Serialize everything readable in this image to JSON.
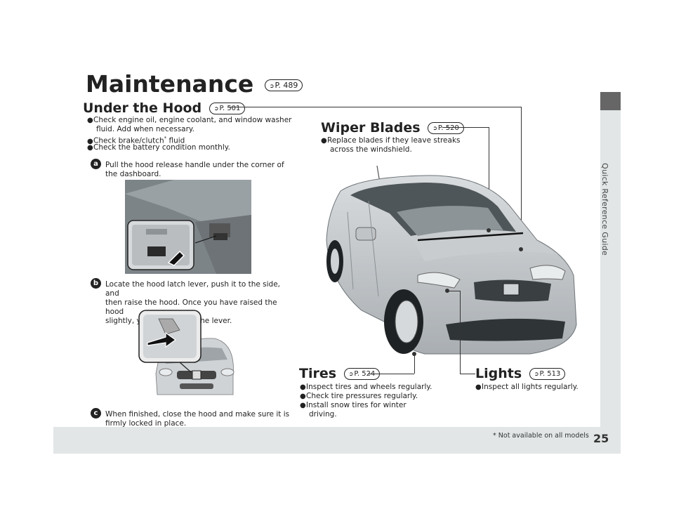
{
  "header": {
    "title": "Maintenance",
    "title_ref": "P. 489"
  },
  "side_tab": {
    "label": "Quick Reference Guide"
  },
  "footer": {
    "page_number": "25",
    "footnote": "* Not available on all models"
  },
  "under_hood": {
    "title": "Under the Hood",
    "ref": "P. 501",
    "bullets": [
      "Check engine oil, engine coolant, and window washer",
      "fluid. Add when necessary.",
      "Check brake/clutch",
      "fluid",
      "Check the battery condition monthly."
    ],
    "steps": [
      {
        "badge": "a",
        "lines": [
          "Pull the hood release handle under the corner of",
          "the dashboard."
        ]
      },
      {
        "badge": "b",
        "lines": [
          "Locate the hood latch lever, push it to the side, and",
          "then raise the hood. Once you have raised the hood",
          "slightly, you can release the lever."
        ]
      },
      {
        "badge": "c",
        "lines": [
          "When finished, close the hood and make sure it is",
          "firmly locked in place."
        ]
      }
    ]
  },
  "wiper": {
    "title": "Wiper Blades",
    "ref": "P. 520",
    "lines": [
      "Replace blades if they leave streaks",
      "across the windshield."
    ]
  },
  "tires": {
    "title": "Tires",
    "ref": "P. 524",
    "bullets": [
      "Inspect tires and wheels regularly.",
      "Check tire pressures regularly.",
      "Install snow tires for winter",
      "driving."
    ]
  },
  "lights": {
    "title": "Lights",
    "ref": "P. 513",
    "bullets": [
      "Inspect all lights regularly."
    ]
  },
  "icons": {
    "bullet": "●",
    "asterisk": "*",
    "arrow": "➲"
  },
  "colors": {
    "band": "#e2e6e6",
    "tab_top": "#666666",
    "text": "#222222"
  }
}
